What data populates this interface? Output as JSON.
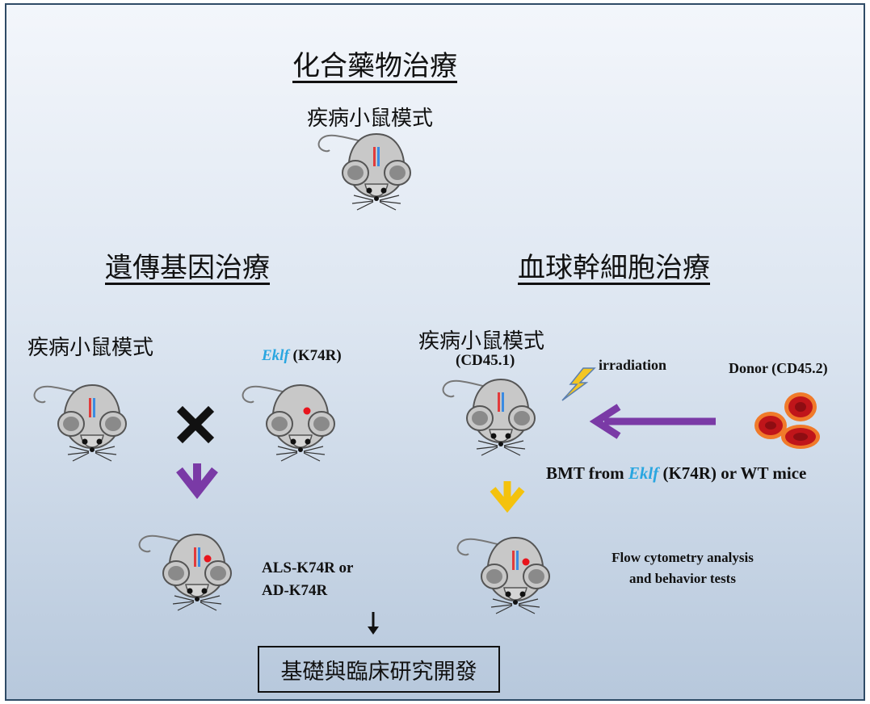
{
  "headings": {
    "chemical": "化合藥物治療",
    "genetic": "遺傳基因治療",
    "stem_cell": "血球幹細胞治療"
  },
  "labels": {
    "top_model": "疾病小鼠模式",
    "left_model": "疾病小鼠模式",
    "eklf_gene": "Eklf",
    "eklf_mut": " (K74R)",
    "right_model": "疾病小鼠模式",
    "right_model_sub": "(CD45.1)",
    "irradiation": "irradiation",
    "donor": "Donor (CD45.2)",
    "bmt_prefix": "BMT from ",
    "bmt_gene": "Eklf",
    "bmt_suffix": " (K74R) or WT   mice",
    "offspring_line1": "ALS-K74R or",
    "offspring_line2": "AD-K74R",
    "flow_line1": "Flow cytometry analysis",
    "flow_line2": "and behavior tests",
    "conclusion": "基礎與臨床研究開發"
  },
  "colors": {
    "purple_arrow": "#7a3aa6",
    "yellow_arrow": "#f4c20d",
    "red_dot": "#e8141c",
    "mouse_body": "#c8c8c8",
    "mouse_ear_inner": "#8a8a8a",
    "gene_bar_red": "#e23b3b",
    "gene_bar_blue": "#3b8be2",
    "eklf_text": "#29a6e0",
    "lightning": "#f3c623",
    "rbc_red": "#c0151a",
    "rbc_rim": "#f07a2a"
  },
  "icons": {
    "cross": "black-x-mark",
    "lightning": "lightning-bolt-icon",
    "donor_cells": "red-blood-cells-icon",
    "mouse": "mouse-icon"
  }
}
